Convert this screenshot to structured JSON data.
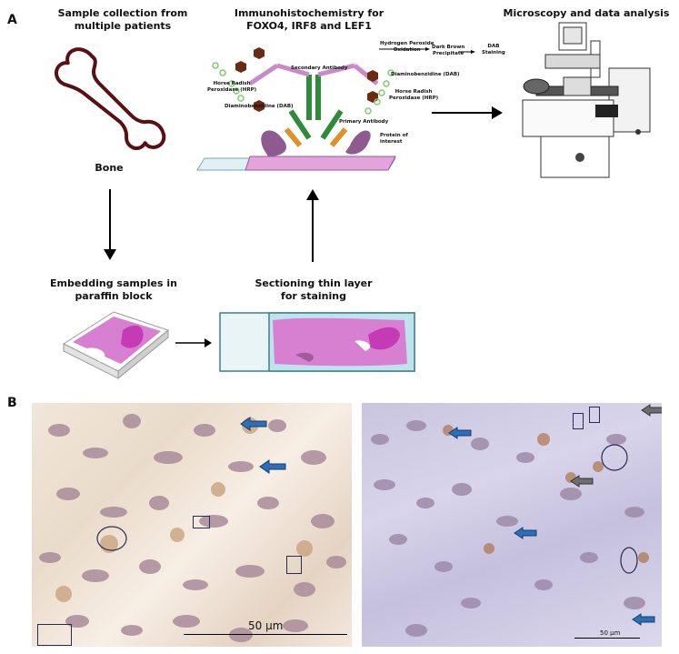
{
  "panel_a": {
    "letter": "A",
    "step1_title_line1": "Sample collection from",
    "step1_title_line2": "multiple patients",
    "bone_label": "Bone",
    "step2_title_line1": "Immunohistochemistry for",
    "step2_title_line2": "FOXO4, IRF8 and LEF1",
    "step3_title": "Microscopy and data analysis",
    "step4_title_line1": "Embedding samples in",
    "step4_title_line2": "paraffin block",
    "step5_title_line1": "Sectioning thin layer",
    "step5_title_line2": "for staining",
    "ihc_labels": {
      "secondary_antibody": "Secondary Antibody",
      "hrp_left_1": "Horse Radish",
      "hrp_left_2": "Peroxidase (HRP)",
      "dab_left": "Diaminobenzidine (DAB)",
      "primary_antibody": "Primary Antibody",
      "protein_1": "Protein of",
      "protein_2": "interest",
      "hydrogen_1": "Hydrogen Peroxide",
      "hydrogen_2": "Oxidation",
      "dark_brown_1": "Dark Brown",
      "dark_brown_2": "Precipitate",
      "dab_staining_1": "DAB",
      "dab_staining_2": "Staining",
      "dab_right": "Diaminobenzidine (DAB)",
      "hrp_right_1": "Horse Radish",
      "hrp_right_2": "Peroxidase (HRP)"
    }
  },
  "panel_b": {
    "letter": "B",
    "left_scale": "50 μm",
    "right_scale": "50 μm"
  },
  "colors": {
    "bone_outline": "#5a0f12",
    "pink_tissue": "#d77fd0",
    "magenta": "#c43bb5",
    "arrow_blue": "#2f6db5",
    "arrow_gray": "#6e6e6e",
    "hrp_brown": "#6b2a12",
    "antibody_green": "#2e8b3a",
    "antibody_orange": "#e0922a"
  }
}
